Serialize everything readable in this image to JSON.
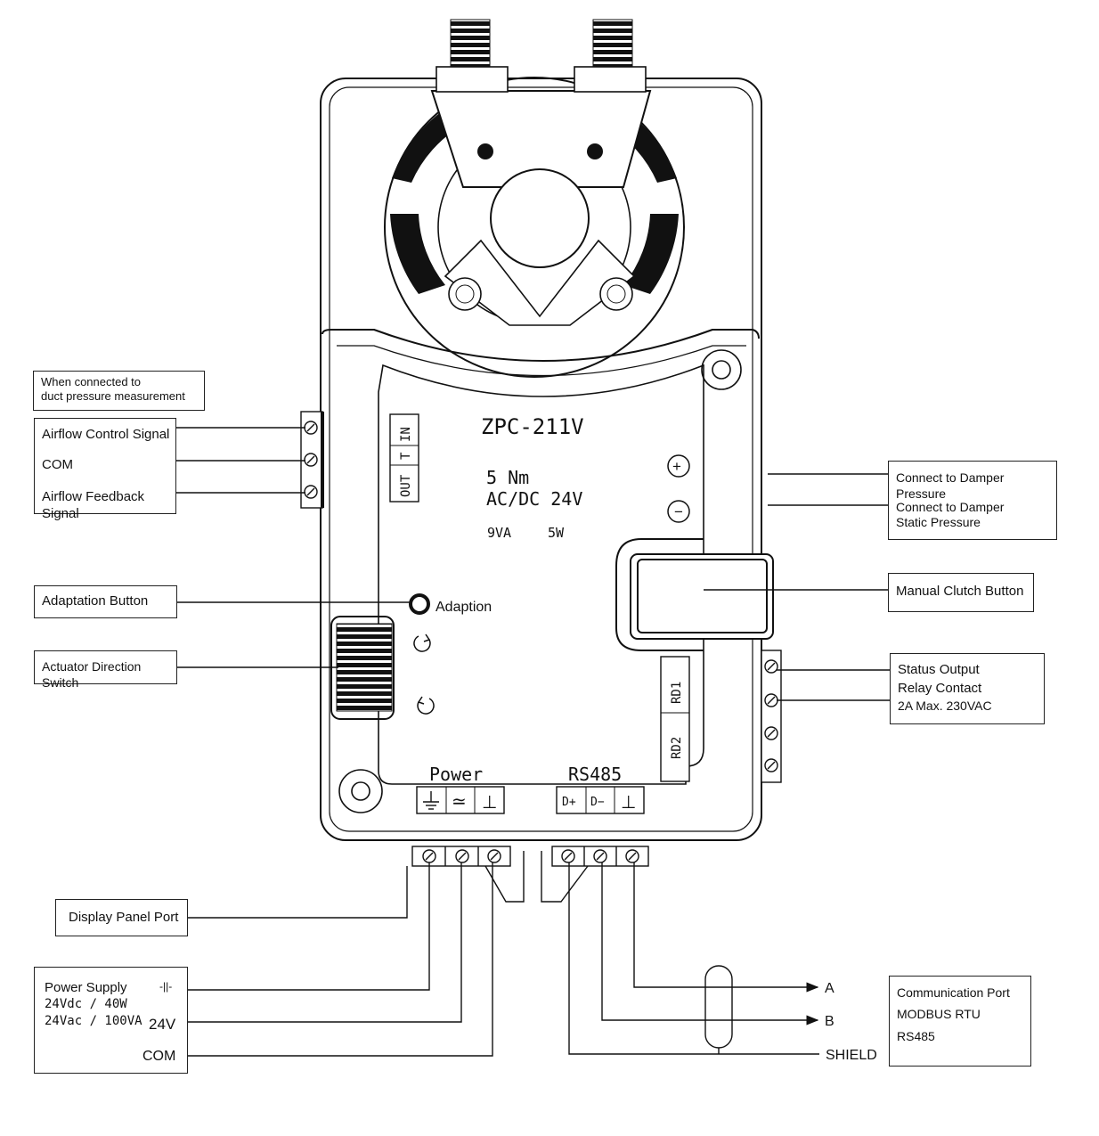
{
  "device": {
    "model": "ZPC-211V",
    "torque": "5 Nm",
    "voltage": "AC/DC 24V",
    "va": "9VA",
    "watt": "5W",
    "in_label": "IN",
    "t_label": "T",
    "out_label": "OUT",
    "adaption": "Adaption",
    "rd1": "RD1",
    "rd2": "RD2",
    "power": "Power",
    "rs485": "RS485",
    "dplus": "D+",
    "dminus": "D−",
    "ground": "⊥",
    "ac": "≃",
    "plus": "+",
    "minus": "−"
  },
  "labels": {
    "duct_note_1": "When connected to",
    "duct_note_2": "duct pressure measurement",
    "airflow_control": "Airflow Control Signal",
    "com": "COM",
    "airflow_feedback": "Airflow Feedback Signal",
    "adaptation_button": "Adaptation Button",
    "direction_switch": "Actuator Direction Switch",
    "damper_pressure": "Connect to Damper Pressure",
    "damper_static_1": "Connect to Damper",
    "damper_static_2": "Static Pressure",
    "manual_clutch": "Manual Clutch Button",
    "status_1": "Status Output",
    "status_2": "Relay Contact",
    "status_3": "2A Max. 230VAC",
    "display_panel": "Display Panel Port",
    "ps_1": "Power Supply",
    "ps_2": "24Vdc  /  40W",
    "ps_3": "24Vac  /  100VA",
    "ps_24v": "24V",
    "ps_com": "COM",
    "dc_symbol": "-||-",
    "comm_1": "Communication Port",
    "comm_2": "MODBUS RTU",
    "comm_3": "RS485",
    "wire_a": "A",
    "wire_b": "B",
    "wire_shield": "SHIELD"
  }
}
